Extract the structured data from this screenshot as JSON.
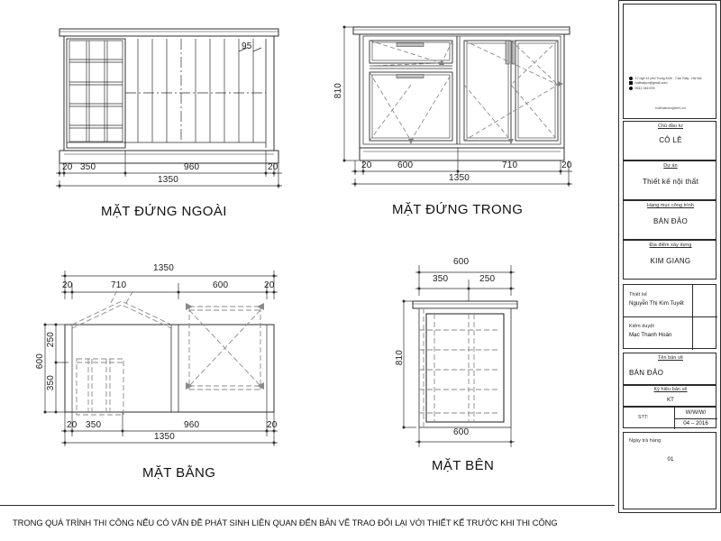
{
  "sheet": {
    "footnote": "TRONG QUÁ TRÌNH THI CÔNG NẾU CÓ VẤN ĐỀ PHÁT SINH LIÊN QUAN ĐẾN BẢN VẼ TRAO ĐỔI LẠI VỚI THIẾT KẾ TRƯỚC KHI THI CÔNG"
  },
  "views": [
    {
      "id": "front-exterior",
      "title": "MẶT ĐỨNG NGOÀI",
      "callout": "95",
      "dims_bottom": [
        "20",
        "350",
        "960",
        "20"
      ],
      "dim_total": "1350"
    },
    {
      "id": "front-interior",
      "title": "MẶT ĐỨNG TRONG",
      "dim_height": "810",
      "dims_bottom": [
        "20",
        "600",
        "710",
        "20"
      ],
      "dim_total": "1350"
    },
    {
      "id": "plan",
      "title": "MẶT BẰNG",
      "dim_top_total": "1350",
      "dims_top": [
        "20",
        "710",
        "600",
        "20"
      ],
      "dims_left": [
        "250",
        "350"
      ],
      "dim_left_total": "600",
      "dims_bottom": [
        "20",
        "350",
        "960",
        "20"
      ],
      "dim_bottom_total": "1350"
    },
    {
      "id": "side",
      "title": "MẶT BÊN",
      "dim_top_total": "600",
      "dims_top": [
        "350",
        "250"
      ],
      "dim_height": "810",
      "dim_bottom": "600"
    }
  ],
  "titleblock": {
    "logo": {
      "contact_lines": [
        "17 ngõ 41 phố Trung Kính - Cầu Giấy - Hà Nội",
        "noithatpro@gmail.com",
        "0912 345 678"
      ],
      "website": "noithatcongtrinh.vn"
    },
    "rows": [
      {
        "label": "Chủ đầu tư",
        "value": "CÔ LÊ"
      },
      {
        "label": "Dự án",
        "value": "Thiết kế nội thất"
      },
      {
        "label": "Hạng mục công trình",
        "value": "BÁN ĐẢO"
      },
      {
        "label": "Địa điểm xây dựng",
        "value": "KIM GIANG"
      }
    ],
    "people": [
      {
        "label": "Thiết kế",
        "value": "Nguyễn Thị Kim Tuyết"
      },
      {
        "label": "Kiểm duyệt",
        "value": "Mạc Thanh Hoàn"
      }
    ],
    "drawing_name": {
      "label": "Tên bản vẽ",
      "value": "BÁN ĐẢO"
    },
    "drawing_code": {
      "label": "Ký hiệu bản vẽ",
      "value": "KT"
    },
    "stt": {
      "label": "STT:",
      "value": ""
    },
    "scale": {
      "value": "W/W/W/"
    },
    "date": {
      "value": "04 – 2016"
    },
    "delivery": {
      "label": "Ngày trả hàng",
      "value": "01"
    }
  }
}
